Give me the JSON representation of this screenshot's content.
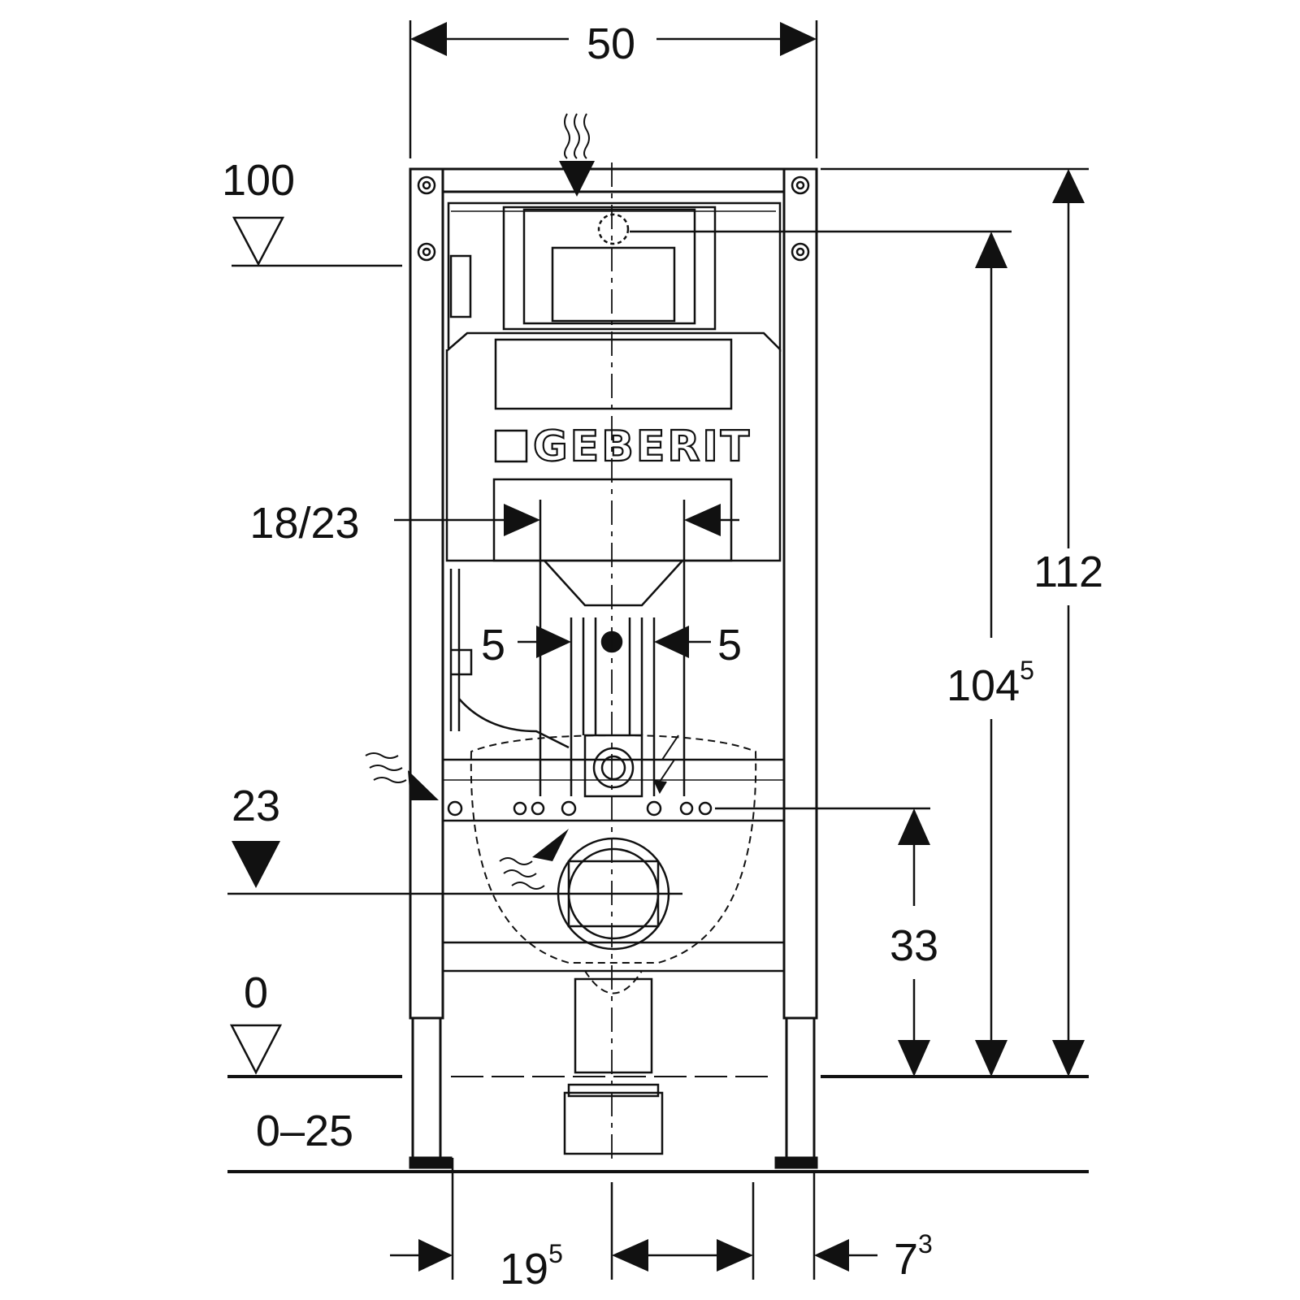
{
  "brand": "GEBERIT",
  "dimensions": {
    "width_top": "50",
    "height_total": "112",
    "height_frame_main": "104",
    "height_frame_sup": "5",
    "outlet_spacing": "18/23",
    "offset_left": "5",
    "offset_right": "5",
    "drain_height": "33",
    "bottom_left_main": "19",
    "bottom_left_sup": "5",
    "bottom_right_main": "7",
    "bottom_right_sup": "3"
  },
  "levels": {
    "level_100": "100",
    "level_23": "23",
    "level_0": "0",
    "floor_range": "0–25"
  },
  "colors": {
    "line": "#111111",
    "background": "#ffffff"
  }
}
